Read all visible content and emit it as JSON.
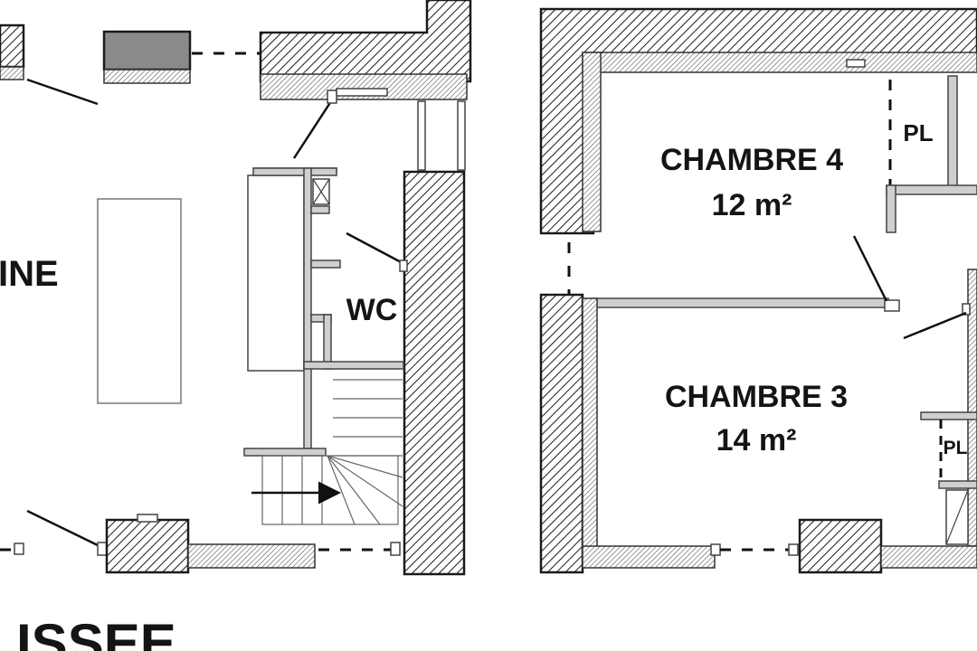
{
  "rooms": [
    {
      "id": "cuisine",
      "label": "INE"
    },
    {
      "id": "wc",
      "label": "WC"
    },
    {
      "id": "chambre4",
      "label": "CHAMBRE 4",
      "area": "12 m²"
    },
    {
      "id": "chambre3",
      "label": "CHAMBRE 3",
      "area": "14 m²"
    }
  ],
  "closets": [
    "PL",
    "PL"
  ],
  "floor_title": "ISSEE",
  "colors": {
    "ink": "#141414",
    "hatch": "#1a1a1a",
    "partition": "#cfcfcf"
  },
  "icons": {
    "stair_arrow": "arrow-right-icon"
  }
}
